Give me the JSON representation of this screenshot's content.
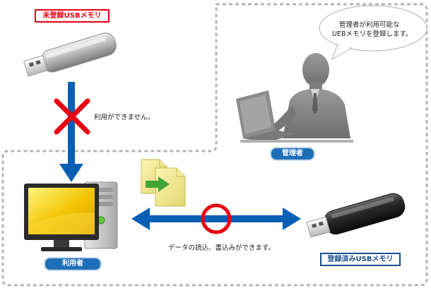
{
  "labels": {
    "unregistered_usb": "未登録USBメモリ",
    "cannot_use": "利用ができません。",
    "admin_bubble_line1": "管理者が利用可能な",
    "admin_bubble_line2": "UEBメモリを登録します。",
    "admin": "管理者",
    "user": "利用者",
    "rw_ok": "データの読込、書込みができます。",
    "registered_usb": "登録済みUSBメモリ"
  },
  "colors": {
    "unregistered_red": "#e60012",
    "arrow_blue": "#0a5fb4",
    "pill_blue": "#1e6fb8",
    "registered_navy": "#1a4f8f",
    "dashed_border": "#b5b5b5"
  },
  "icons": [
    "usb-drive-icon",
    "deny-cross-icon",
    "admin-laptop-icon",
    "speech-bubble-icon",
    "file-transfer-icon",
    "desktop-pc-icon",
    "ring-icon",
    "registered-usb-drive-icon"
  ]
}
